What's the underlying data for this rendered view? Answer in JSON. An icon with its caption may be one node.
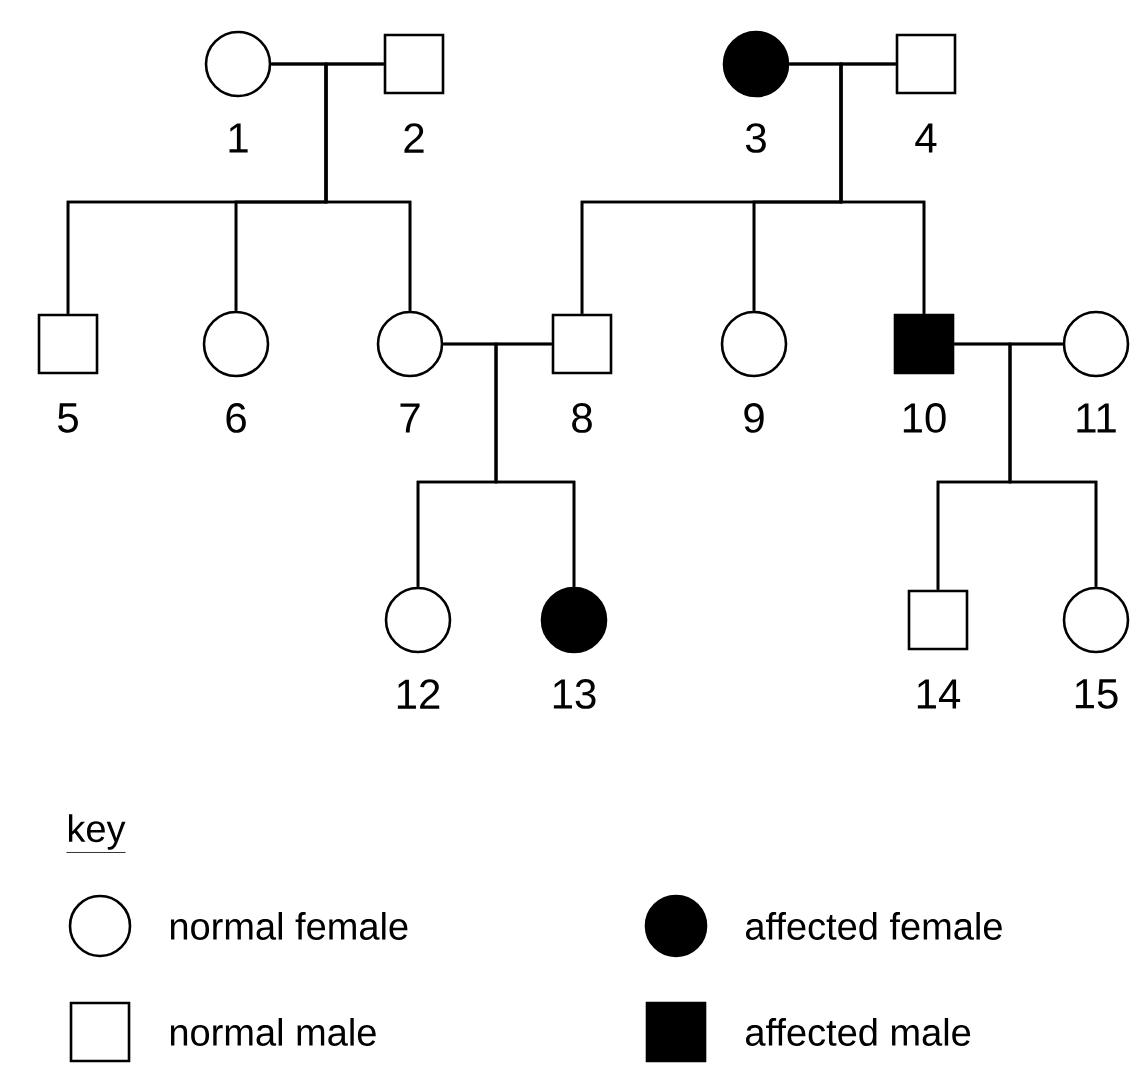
{
  "diagram": {
    "nodes": [
      {
        "text": [],
        "shape": "circle",
        "beside": [
          "1"
        ]
      },
      {
        "text": [],
        "shape": "box",
        "beside": [
          "2"
        ]
      },
      {
        "text": [],
        "shape": "disc",
        "beside": [
          "3"
        ]
      },
      {
        "text": [],
        "shape": "box",
        "beside": [
          "4"
        ]
      },
      {
        "text": [],
        "shape": "box",
        "beside": [
          "5"
        ]
      },
      {
        "text": [],
        "shape": "circle",
        "beside": [
          "6"
        ]
      },
      {
        "text": [],
        "shape": "circle",
        "beside": [
          "7"
        ]
      },
      {
        "text": [],
        "shape": "box",
        "beside": [
          "8"
        ]
      },
      {
        "text": [],
        "shape": "circle",
        "beside": [
          "9"
        ]
      },
      {
        "text": [],
        "shape": "block",
        "beside": [
          "10"
        ]
      },
      {
        "text": [],
        "shape": "circle",
        "beside": [
          "11"
        ]
      },
      {
        "text": [],
        "shape": "circle",
        "beside": [
          "12"
        ]
      },
      {
        "text": [],
        "shape": "disc",
        "beside": [
          "13"
        ]
      },
      {
        "text": [],
        "shape": "box",
        "beside": [
          "14"
        ]
      },
      {
        "text": [],
        "shape": "circle",
        "beside": [
          "15"
        ]
      }
    ],
    "edges": [
      {
        "from": 0,
        "to": 1,
        "arrow": "none"
      },
      {
        "from": 2,
        "to": 3,
        "arrow": "none"
      },
      {
        "from": 6,
        "to": 7,
        "arrow": "none"
      },
      {
        "from": 9,
        "to": 10,
        "arrow": "none"
      },
      {
        "from": 0,
        "to": 4,
        "arrow": "none"
      },
      {
        "from": 0,
        "to": 5,
        "arrow": "none"
      },
      {
        "from": 0,
        "to": 6,
        "arrow": "none"
      },
      {
        "from": 1,
        "to": 4,
        "arrow": "none"
      },
      {
        "from": 1,
        "to": 5,
        "arrow": "none"
      },
      {
        "from": 1,
        "to": 6,
        "arrow": "none"
      },
      {
        "from": 2,
        "to": 7,
        "arrow": "none"
      },
      {
        "from": 2,
        "to": 8,
        "arrow": "none"
      },
      {
        "from": 2,
        "to": 9,
        "arrow": "none"
      },
      {
        "from": 3,
        "to": 7,
        "arrow": "none"
      },
      {
        "from": 3,
        "to": 8,
        "arrow": "none"
      },
      {
        "from": 3,
        "to": 9,
        "arrow": "none"
      },
      {
        "from": 6,
        "to": 11,
        "arrow": "none"
      },
      {
        "from": 6,
        "to": 12,
        "arrow": "none"
      },
      {
        "from": 7,
        "to": 11,
        "arrow": "none"
      },
      {
        "from": 7,
        "to": 12,
        "arrow": "none"
      },
      {
        "from": 9,
        "to": 13,
        "arrow": "none"
      },
      {
        "from": 9,
        "to": 14,
        "arrow": "none"
      },
      {
        "from": 10,
        "to": 13,
        "arrow": "none"
      },
      {
        "from": 10,
        "to": 14,
        "arrow": "none"
      }
    ],
    "labels": [
      "key"
    ],
    "legend": [
      {
        "text": "normal female"
      },
      {
        "text": "affected female"
      },
      {
        "text": "normal male"
      },
      {
        "text": "affected male"
      }
    ]
  }
}
